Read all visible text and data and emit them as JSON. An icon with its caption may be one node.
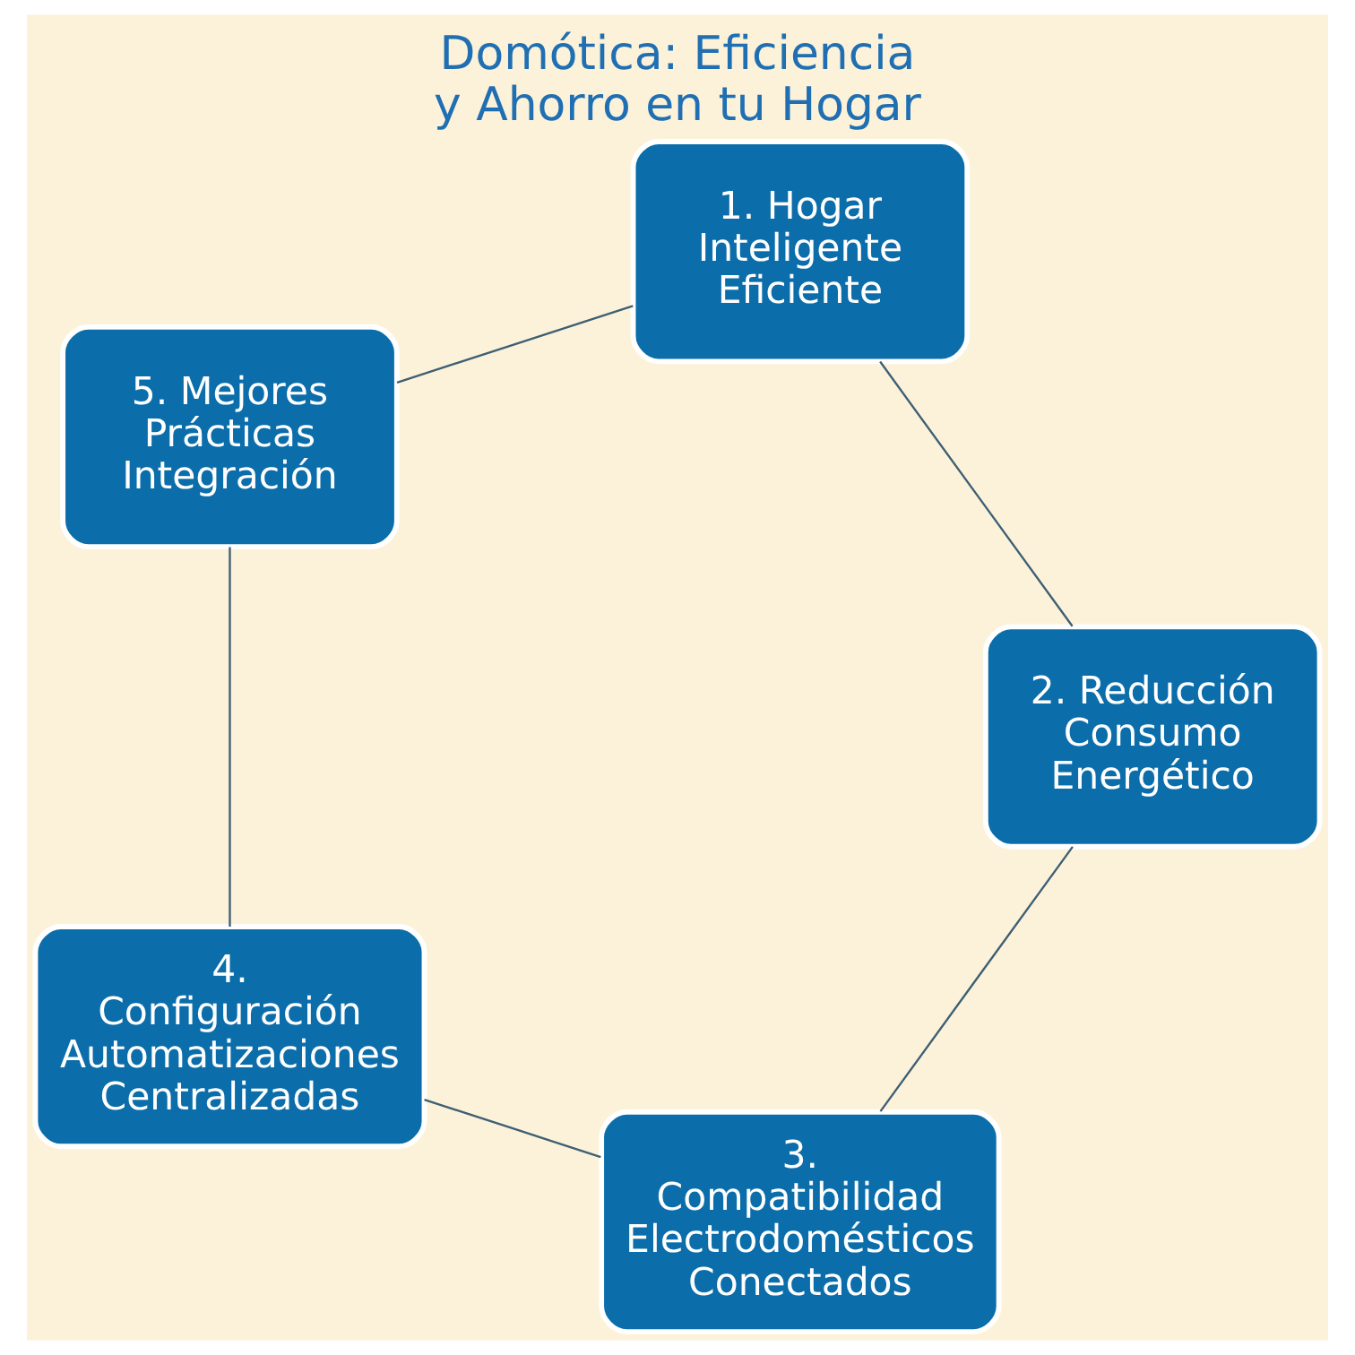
{
  "diagram": {
    "title": "Domótica: Eficiencia y Ahorro en tu Hogar",
    "nodes": [
      {
        "text": [
          "1. Hogar Inteligente Eficiente"
        ]
      },
      {
        "text": [
          "2. Reducción Consumo Energético"
        ]
      },
      {
        "text": [
          "3. Compatibilidad Electrodomésticos Conectados"
        ]
      },
      {
        "text": [
          "4. Configuración Automatizaciones Centralizadas"
        ]
      },
      {
        "text": [
          "5. Mejores Prácticas Integración"
        ]
      }
    ],
    "edges": [
      {
        "from": 0,
        "to": 1,
        "arrow": "none"
      },
      {
        "from": 1,
        "to": 2,
        "arrow": "none"
      },
      {
        "from": 2,
        "to": 3,
        "arrow": "none"
      },
      {
        "from": 3,
        "to": 4,
        "arrow": "none"
      },
      {
        "from": 4,
        "to": 0,
        "arrow": "none"
      }
    ]
  }
}
